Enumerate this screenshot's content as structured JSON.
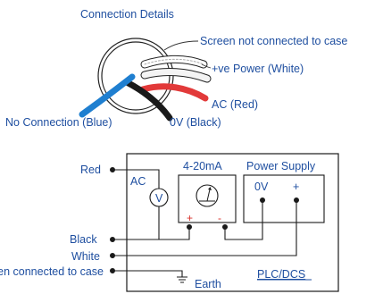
{
  "title": "Connection Details",
  "cable": {
    "screen": "Screen not connected to case",
    "power": "+ve Power (White)",
    "ac": "AC (Red)",
    "no_connection": "No Connection (Blue)",
    "zero_v": "0V (Black)"
  },
  "wiring": {
    "red": "Red",
    "ac": "AC",
    "voltmeter": "V",
    "current_loop": "4-20mA",
    "plus": "+",
    "minus": "-",
    "power_supply": "Power Supply",
    "ps_0v": "0V",
    "ps_plus": "+",
    "black": "Black",
    "white": "White",
    "screen_case": "Screen connected to case",
    "earth": "Earth",
    "plc": "PLC/DCS"
  },
  "colors": {
    "label_blue": "#1f4fa0",
    "wire_blue": "#1f7fd0",
    "wire_red": "#e23a3a",
    "wire_black": "#1a1a1a",
    "plus_red": "#d8322b"
  }
}
